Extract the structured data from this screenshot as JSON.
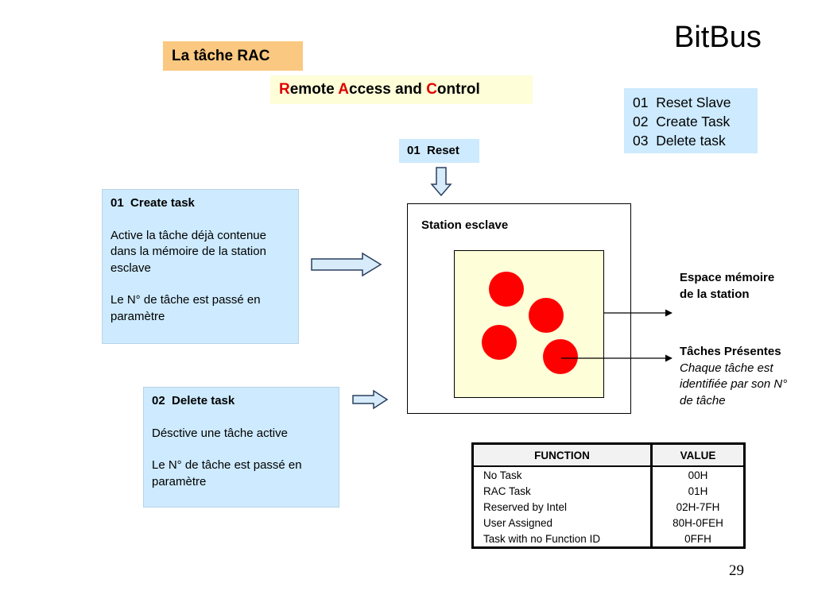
{
  "slide": {
    "title": "BitBus",
    "page_number": "29"
  },
  "rac_tag": {
    "text": "La tâche RAC"
  },
  "rac_subtitle": {
    "r1": "R",
    "r2": "emote ",
    "a1": "A",
    "a2": "ccess and ",
    "c1": "C",
    "c2": "ontrol",
    "highlight_color": "#e00000"
  },
  "commands": [
    {
      "text": "01  Reset Slave"
    },
    {
      "text": "02  Create Task"
    },
    {
      "text": "03  Delete task"
    }
  ],
  "reset_box": {
    "text": "01  Reset"
  },
  "create_panel": {
    "heading": "01  Create task",
    "line1": "Active la tâche déjà contenue dans la mémoire de la station esclave",
    "line2": "Le N° de tâche est passé en paramètre"
  },
  "delete_panel": {
    "heading": "02  Delete task",
    "line1": "Désctive une tâche active",
    "line2": "Le N° de tâche est passé en paramètre"
  },
  "station": {
    "label": "Station esclave",
    "memory_label": "Espace mémoire de la station",
    "tasks_label_bold": "Tâches Présentes",
    "tasks_label_italic": "Chaque tâche est identifiée par son N° de tâche",
    "task_count": 4,
    "task_color": "#ff0000",
    "memory_color": "#fefed8"
  },
  "function_table": {
    "headers": [
      "FUNCTION",
      "VALUE"
    ],
    "rows": [
      [
        "No Task",
        "00H"
      ],
      [
        "RAC Task",
        "01H"
      ],
      [
        "Reserved by Intel",
        "02H-7FH"
      ],
      [
        "User Assigned",
        "80H-0FEH"
      ],
      [
        "Task with no Function ID",
        "0FFH"
      ]
    ]
  },
  "colors": {
    "tag_orange": "#fbc881",
    "light_blue": "#cdeafe",
    "cream": "#fefed8"
  }
}
